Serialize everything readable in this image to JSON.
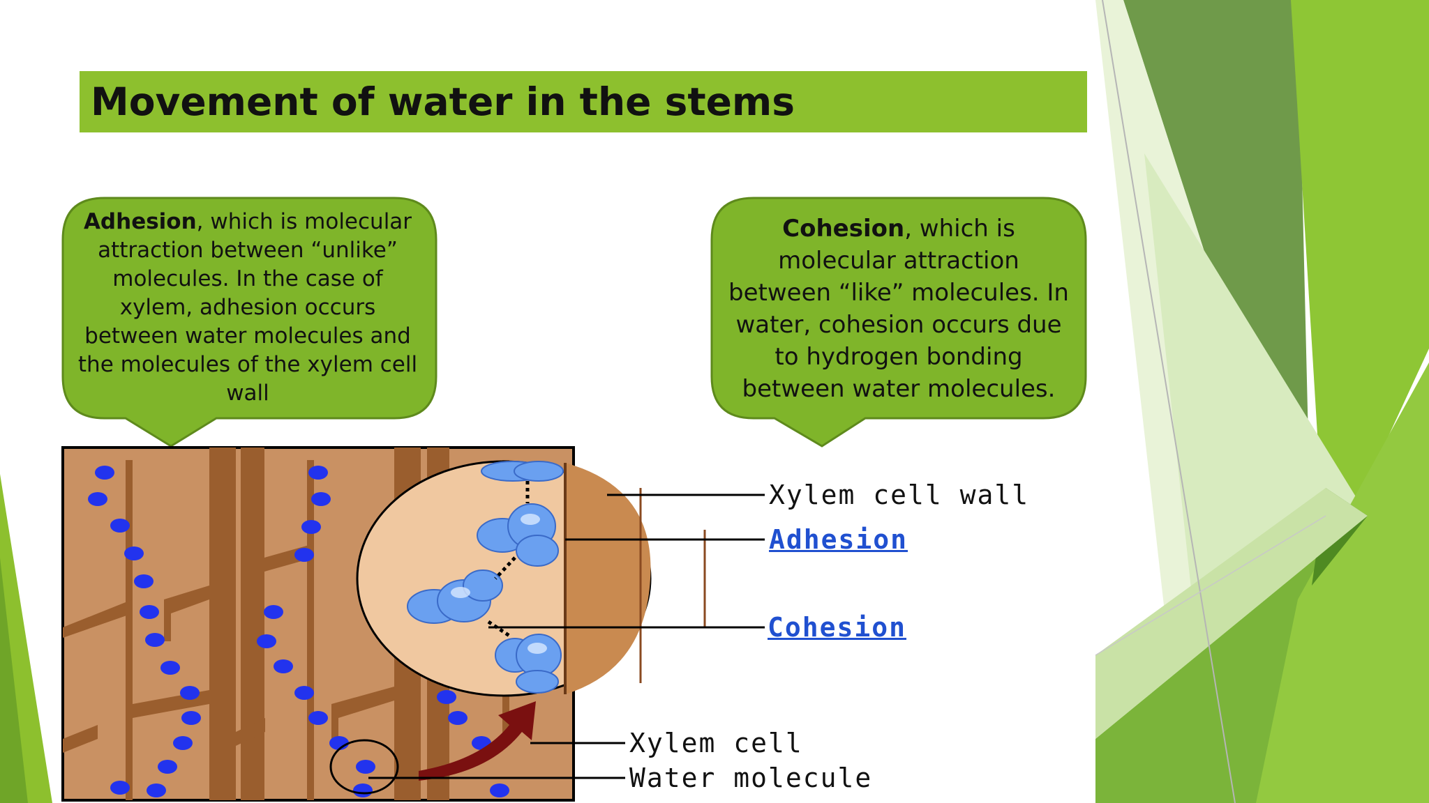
{
  "slide": {
    "title": "Movement of water in the stems",
    "adhesion_callout": {
      "term": "Adhesion",
      "text": ", which is molecular attraction between “unlike” molecules. In the case of xylem, adhesion occurs between water molecules and the molecules of the xylem cell wall"
    },
    "cohesion_callout": {
      "term": "Cohesion",
      "text": ", which is molecular attraction between “like” molecules. In water, cohesion occurs due to hydrogen bonding between water molecules."
    }
  },
  "diagram": {
    "labels": {
      "xylem_cell_wall": "Xylem cell wall",
      "adhesion": "Adhesion",
      "cohesion": "Cohesion",
      "xylem_cell": "Xylem cell",
      "water_molecule": "Water molecule"
    }
  },
  "colors": {
    "accent_green": "#8dc02e",
    "callout_fill": "#7fb52a",
    "callout_border": "#5e8a1c",
    "xylem_tan": "#c99163",
    "xylem_wall": "#9a5e2e",
    "water_blue": "#2233ee",
    "link_blue": "#2050d0",
    "arrow_red": "#7a1010"
  }
}
